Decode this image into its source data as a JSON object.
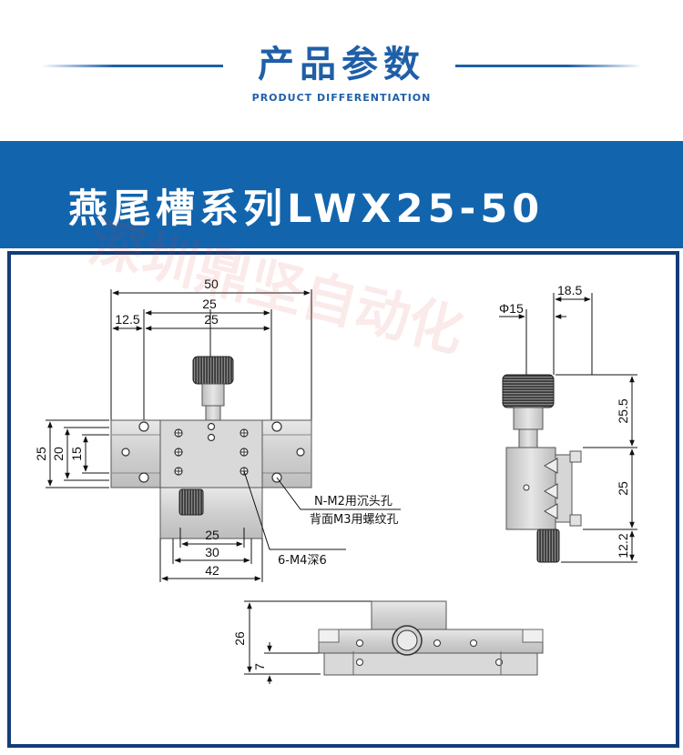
{
  "header": {
    "title": "产品参数",
    "subtitle": "PRODUCT DIFFERENTIATION"
  },
  "banner": {
    "title": "燕尾槽系列LWX25-50"
  },
  "watermark": "深圳鼎坚自动化",
  "drawing": {
    "top_view": {
      "width_overall": "50",
      "width_mid": "25",
      "width_inner": "25",
      "offset_left": "12.5",
      "height_overall": "25",
      "height_mid": "20",
      "height_inner": "15",
      "bottom_25": "25",
      "bottom_30": "30",
      "bottom_42": "42",
      "callout_holes": "N-M2用沉头孔",
      "callout_threads": "背面M3用螺纹孔",
      "callout_tapped": "6-M4深6"
    },
    "side_view": {
      "top_width": "18.5",
      "knob_dia": "Φ15",
      "dim_upper": "25.5",
      "dim_mid": "25",
      "dim_lower": "12.2"
    },
    "front_view": {
      "height_total": "26",
      "height_base": "7"
    }
  },
  "colors": {
    "title_blue": "#1f5fa8",
    "banner_blue": "#1264ad",
    "frame_navy": "#143c7a"
  }
}
